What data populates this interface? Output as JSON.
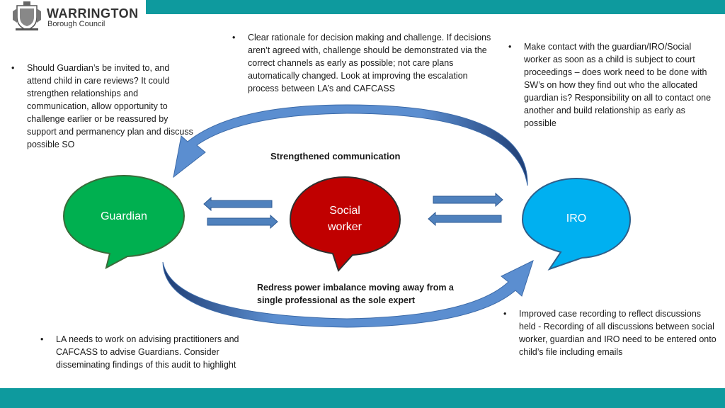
{
  "header": {
    "org_name": "WARRINGTON",
    "org_sub": "Borough Council"
  },
  "bullets": {
    "guardian_reviews": "Should Guardian’s be invited to, and attend child in care reviews? It could strengthen relationships and communication, allow opportunity to challenge earlier or be reassured by support and permanency plan and discuss possible SO",
    "decision_rationale": "Clear rationale for decision making and challenge.  If decisions aren’t agreed with, challenge should be demonstrated via the correct channels as early as possible; not care plans automatically changed. Look at improving the escalation process between LA’s and CAFCASS",
    "make_contact": "Make contact with the guardian/IRO/Social worker as soon as a child is subject to court proceedings – does work need to be done with SW’s on how they find out who the allocated guardian is? Responsibility on all to contact one another and build relationship as early as possible",
    "la_advising": "LA needs to work on advising practitioners and CAFCASS to advise Guardians. Consider disseminating findings of this audit to highlight",
    "case_recording": "Improved case recording to reflect discussions held - Recording of all discussions between social worker, guardian and IRO need to be entered onto child’s file including emails"
  },
  "bullet_symbol": "•",
  "captions": {
    "top": "Strengthened communication",
    "bottom": "Redress power imbalance moving away from a single professional as the sole expert"
  },
  "nodes": {
    "guardian": {
      "label": "Guardian",
      "color": "#00b050"
    },
    "social_worker": {
      "label_line1": "Social",
      "label_line2": "worker",
      "color": "#c00000"
    },
    "iro": {
      "label": "IRO",
      "color": "#00b0f0"
    }
  },
  "colors": {
    "brand_teal": "#0e9a9e",
    "arrow_blue": "#4f81bd"
  }
}
